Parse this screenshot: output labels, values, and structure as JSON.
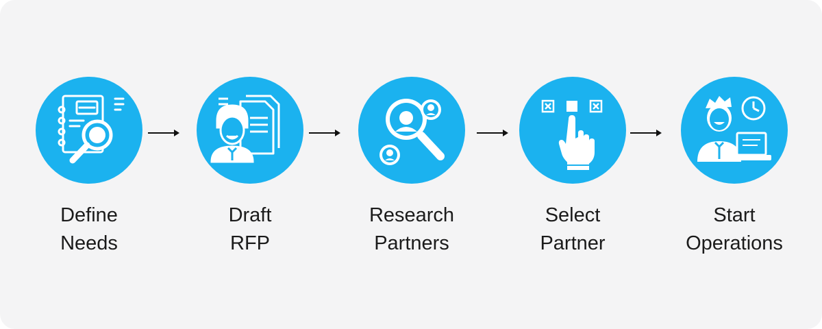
{
  "steps": [
    {
      "id": "define-needs",
      "icon": "notebook-magnifier-icon",
      "line1": "Define",
      "line2": "Needs"
    },
    {
      "id": "draft-rfp",
      "icon": "person-documents-icon",
      "line1": "Draft",
      "line2": "RFP"
    },
    {
      "id": "research-partners",
      "icon": "magnifier-people-icon",
      "line1": "Research",
      "line2": "Partners"
    },
    {
      "id": "select-partner",
      "icon": "hand-select-checkbox-icon",
      "line1": "Select",
      "line2": "Partner"
    },
    {
      "id": "start-operations",
      "icon": "person-clock-laptop-icon",
      "line1": "Start",
      "line2": "Operations"
    }
  ],
  "arrow_icon": "arrow-right-icon",
  "colors": {
    "circle": "#1bb2ef",
    "panel": "#f4f4f5",
    "text": "#1b1b1b",
    "arrow": "#111111"
  }
}
